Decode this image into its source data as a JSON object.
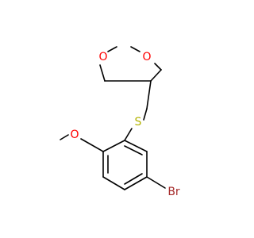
{
  "diagram": {
    "type": "chemical-structure",
    "colors": {
      "background": "#ffffff",
      "bond": "#000000",
      "oxygen": "#ff0000",
      "sulfur": "#b2b200",
      "bromine": "#a52a2a",
      "carbon_text": "#000000"
    },
    "atom_labels": {
      "o_ring_left": "O",
      "o_ring_right": "O",
      "sulfur": "S",
      "o_methoxy": "O",
      "bromine": "Br"
    }
  }
}
